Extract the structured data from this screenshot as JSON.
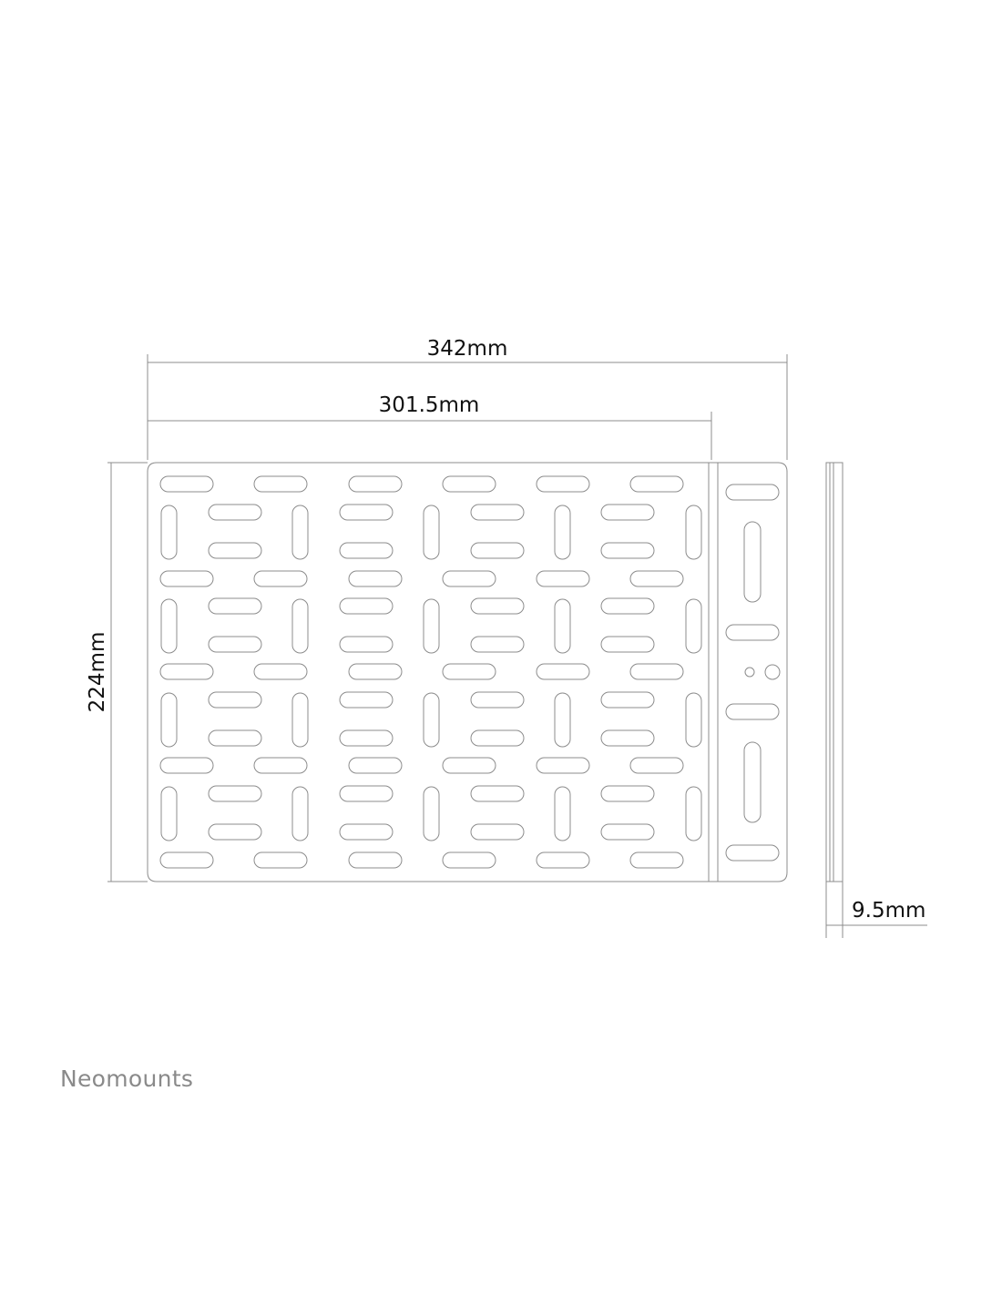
{
  "dimensions": {
    "overall_width": "342mm",
    "inner_width": "301.5mm",
    "height": "224mm",
    "thickness": "9.5mm"
  },
  "brand": {
    "name": "Neomounts"
  },
  "colors": {
    "line": "#8c8c8c",
    "text": "#111111",
    "brand": "#8a8a8a"
  }
}
